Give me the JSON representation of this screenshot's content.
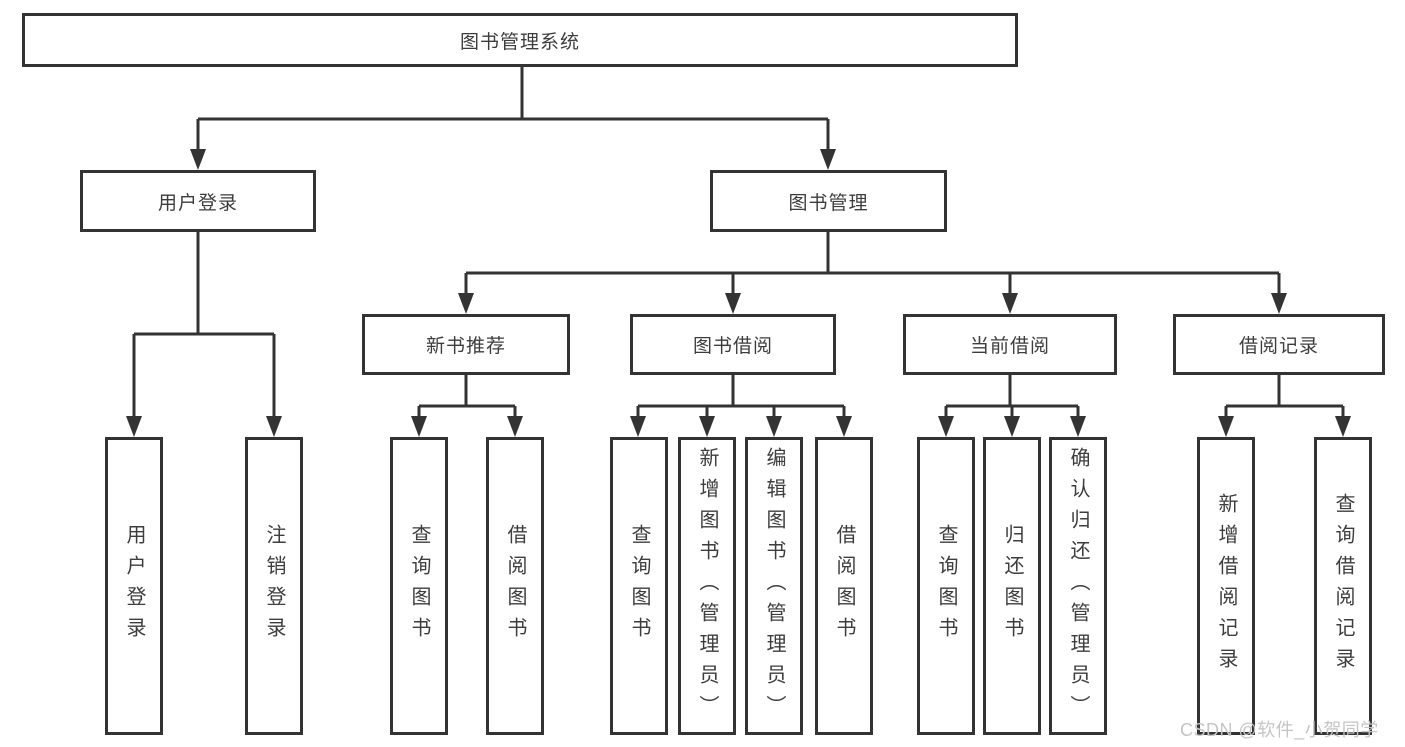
{
  "tree": {
    "root": {
      "label": "图书管理系统"
    },
    "branches": [
      {
        "label": "用户登录",
        "children": [
          {
            "label": "用户登录"
          },
          {
            "label": "注销登录"
          }
        ]
      },
      {
        "label": "图书管理",
        "children": [
          {
            "label": "新书推荐",
            "children": [
              {
                "label": "查询图书"
              },
              {
                "label": "借阅图书"
              }
            ]
          },
          {
            "label": "图书借阅",
            "children": [
              {
                "label": "查询图书"
              },
              {
                "label": "新增图书（管理员）"
              },
              {
                "label": "编辑图书（管理员）"
              },
              {
                "label": "借阅图书"
              }
            ]
          },
          {
            "label": "当前借阅",
            "children": [
              {
                "label": "查询图书"
              },
              {
                "label": "归还图书"
              },
              {
                "label": "确认归还（管理员）"
              }
            ]
          },
          {
            "label": "借阅记录",
            "children": [
              {
                "label": "新增借阅记录"
              },
              {
                "label": "查询借阅记录"
              }
            ]
          }
        ]
      }
    ]
  },
  "watermark": {
    "text": "CSDN @软件_小贺同学"
  },
  "colors": {
    "line": "#333333",
    "box_border": "#333333",
    "text": "#3d3d3d",
    "watermark": "#c5c5c5",
    "background": "#ffffff"
  }
}
